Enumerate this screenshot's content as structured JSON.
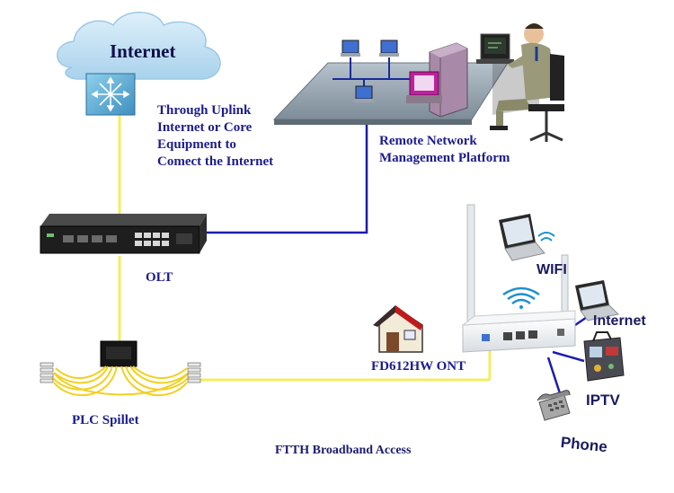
{
  "labels": {
    "internet_cloud": "Internet",
    "uplink_note": "Through Uplink\nInternet or Core\nEquipment to\nComect the Internet",
    "remote_platform": "Remote Network\nManagement Platform",
    "olt": "OLT",
    "plc_splitter": "PLC Spillet",
    "ont": "FD612HW ONT",
    "wifi": "WIFI",
    "internet_client": "Internet",
    "iptv": "IPTV",
    "phone": "Phone",
    "footer": "FTTH Broadband Access"
  },
  "colors": {
    "fiber": "#f2ee60",
    "network_cable": "#1c1cb0",
    "text_blue": "#1c1c8c",
    "cloud": "#c9e4f4"
  },
  "icons": [
    "cloud-icon",
    "switch-icon",
    "network-platform-icon",
    "operator-icon",
    "olt-device-icon",
    "plc-splitter-icon",
    "house-icon",
    "ont-router-icon",
    "laptop-icon",
    "iptv-box-icon",
    "phone-icon",
    "wifi-signal-icon"
  ]
}
